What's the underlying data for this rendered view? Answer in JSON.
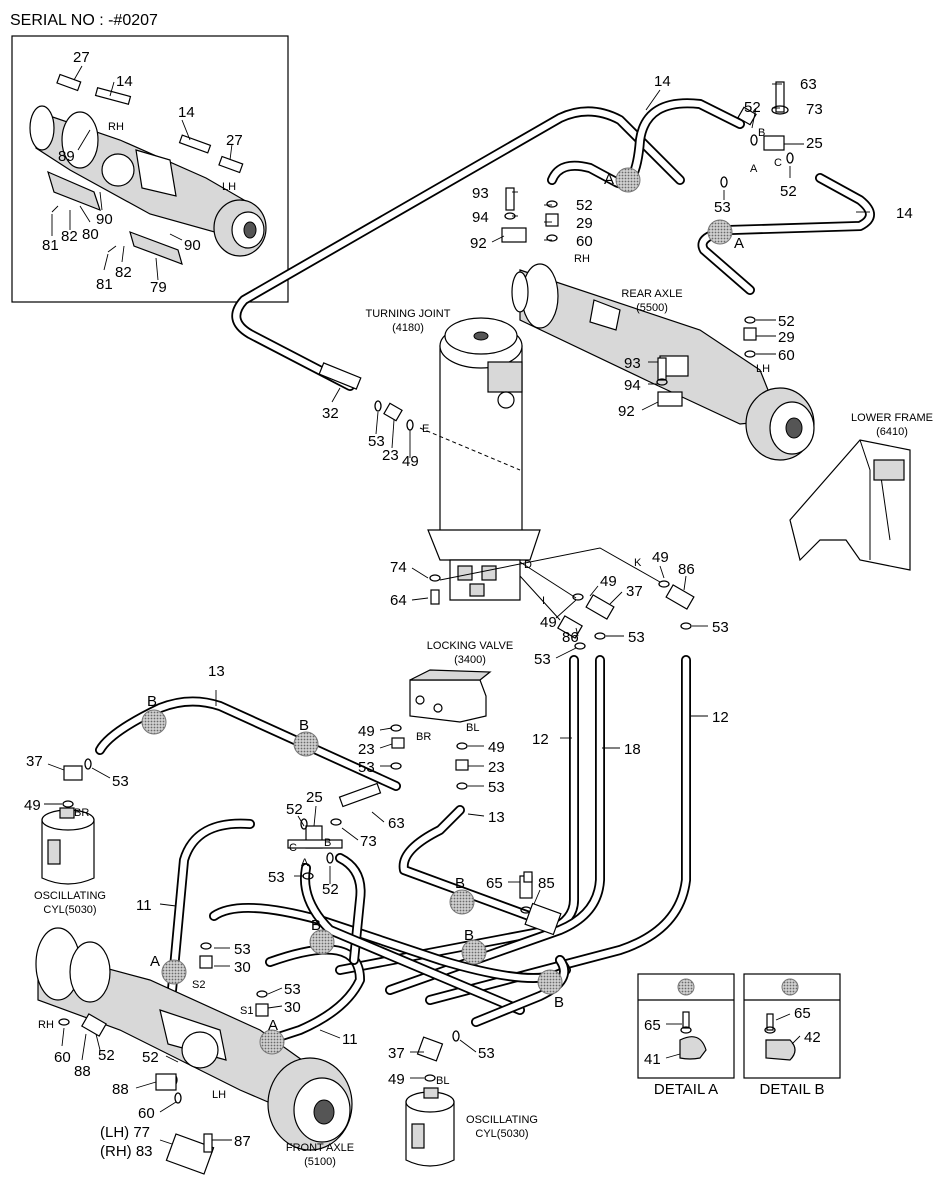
{
  "serial_no": "SERIAL NO : -#0207",
  "assemblies": {
    "turning_joint": [
      "TURNING JOINT",
      "(4180)"
    ],
    "rear_axle": [
      "REAR AXLE",
      "(5500)"
    ],
    "lower_frame": [
      "LOWER FRAME",
      "(6410)"
    ],
    "locking_valve": [
      "LOCKING VALVE",
      "(3400)"
    ],
    "front_axle": [
      "FRONT AXLE",
      "(5100)"
    ],
    "oscillating_cyl_left": [
      "OSCILLATING",
      "CYL(5030)"
    ],
    "oscillating_cyl_right": [
      "OSCILLATING",
      "CYL(5030)"
    ]
  },
  "details": {
    "a": {
      "title": "DETAIL A",
      "parts": [
        "65",
        "41"
      ]
    },
    "b": {
      "title": "DETAIL B",
      "parts": [
        "65",
        "42"
      ]
    }
  },
  "side_labels": {
    "rh": "RH",
    "lh": "LH",
    "br": "BR",
    "bl": "BL",
    "lh_77": "(LH) 77",
    "rh_83": "(RH) 83"
  },
  "port_letters": [
    "A",
    "B",
    "C",
    "D",
    "E",
    "I",
    "K",
    "S1",
    "S2"
  ],
  "detail_callouts": {
    "a": "A",
    "b": "B"
  },
  "part_numbers": [
    "11",
    "12",
    "13",
    "14",
    "18",
    "23",
    "25",
    "27",
    "29",
    "30",
    "32",
    "37",
    "41",
    "42",
    "49",
    "52",
    "53",
    "60",
    "63",
    "64",
    "65",
    "73",
    "74",
    "77",
    "79",
    "80",
    "81",
    "82",
    "83",
    "85",
    "86",
    "87",
    "88",
    "89",
    "90",
    "92",
    "93",
    "94"
  ],
  "colors": {
    "line": "#000000",
    "callout_dot": "#999999",
    "shade": "#d8d8d8"
  }
}
